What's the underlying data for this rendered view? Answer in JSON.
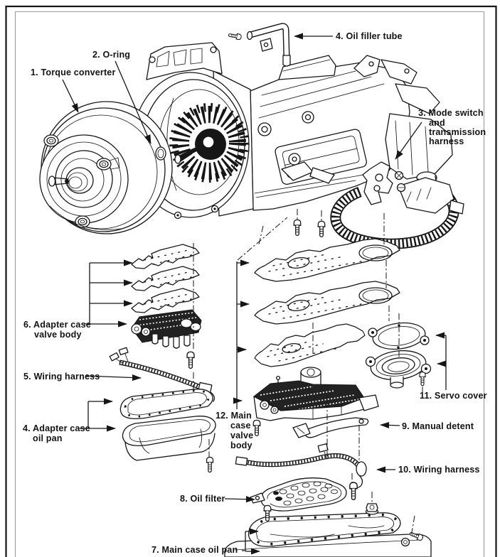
{
  "document": {
    "kind": "exploded-parts-diagram",
    "subject": "Automatic transmission assembly"
  },
  "colors": {
    "ink": "#161616",
    "background": "#ffffff",
    "frame_inner": "#9a9a9a"
  },
  "labels": {
    "torque_converter": {
      "text": "1. Torque converter"
    },
    "o_ring": {
      "text": "2. O-ring"
    },
    "mode_switch": {
      "line1": "3. Mode switch",
      "line2": "and",
      "line3": "transmission",
      "line4": "harness"
    },
    "oil_filler_tube": {
      "text": "4. Oil filler tube"
    },
    "adapter_case_valve_body": {
      "line1": "6. Adapter case",
      "line2": "valve body"
    },
    "wiring_harness_upper": {
      "text": "5. Wiring harness"
    },
    "adapter_case_oil_pan": {
      "line1": "4. Adapter case",
      "line2": "oil pan"
    },
    "main_case_valve_body": {
      "line1": "12. Main",
      "line2": "case",
      "line3": "valve",
      "line4": "body"
    },
    "servo_cover": {
      "text": "11. Servo cover"
    },
    "manual_detent": {
      "text": "9. Manual detent"
    },
    "wiring_harness_lower": {
      "text": "10. Wiring harness"
    },
    "oil_filter": {
      "text": "8. Oil filter"
    },
    "main_case_oil_pan": {
      "text": "7. Main case oil pan"
    }
  }
}
